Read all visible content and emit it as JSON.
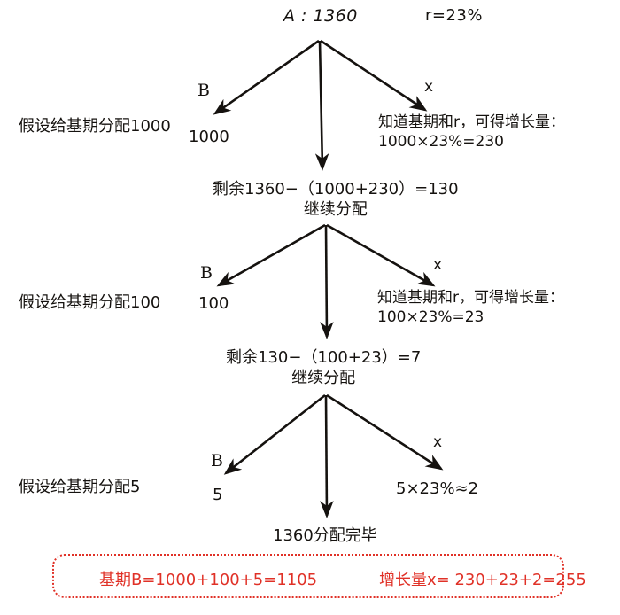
{
  "diagram": {
    "title": "A : 1360",
    "rate": "r=23%",
    "levels": [
      {
        "assume_label": "假设给基期分配1000",
        "branch_b_label": "B",
        "branch_b_value": "1000",
        "branch_x_label": "x",
        "note_line1": "知道基期和r，可得增长量：",
        "note_line2": "1000×23%=230",
        "remainder_line1": "剩余1360−（1000+230）=130",
        "remainder_line2": "继续分配"
      },
      {
        "assume_label": "假设给基期分配100",
        "branch_b_label": "B",
        "branch_b_value": "100",
        "branch_x_label": "x",
        "note_line1": "知道基期和r，可得增长量：",
        "note_line2": "100×23%=23",
        "remainder_line1": "剩余130−（100+23）=7",
        "remainder_line2": "继续分配"
      },
      {
        "assume_label": "假设给基期分配5",
        "branch_b_label": "B",
        "branch_b_value": "5",
        "branch_x_label": "x",
        "note_line1": "5×23%≈2",
        "note_line2": "",
        "remainder_line1": "1360分配完毕",
        "remainder_line2": ""
      }
    ],
    "result": {
      "base_period": "基期B=1000+100+5=1105",
      "growth_amount": "增长量x= 230+23+2=255",
      "box_color": "#e03127"
    }
  }
}
